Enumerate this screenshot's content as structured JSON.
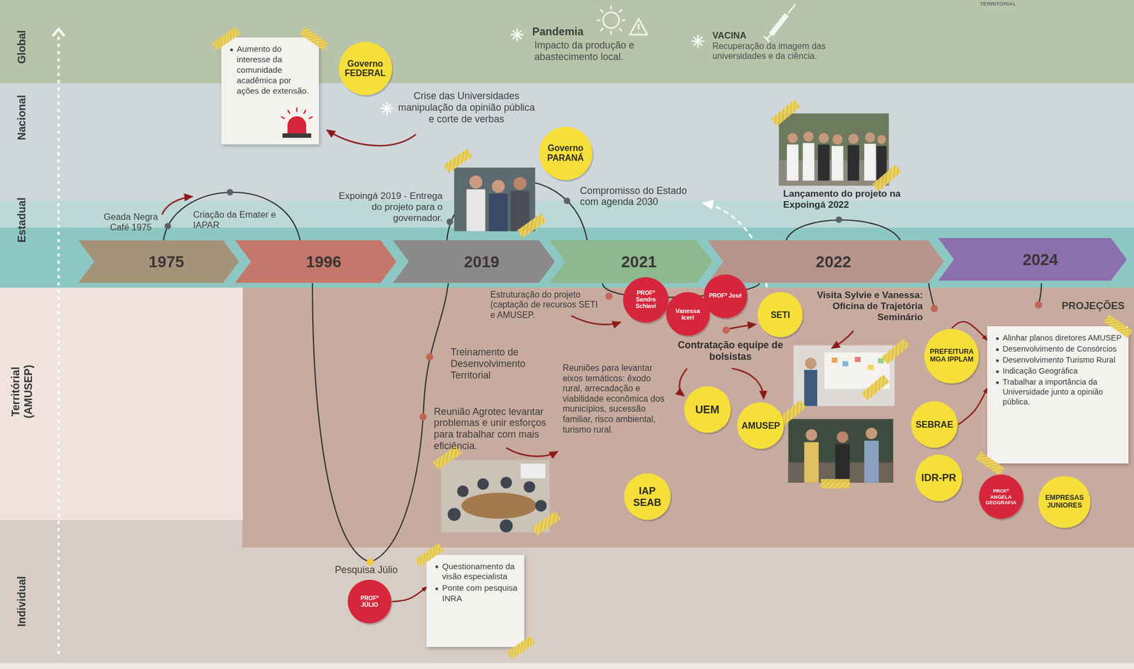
{
  "diagram": {
    "nodes": [
      {
        "text": [
          "Global"
        ]
      },
      {
        "text": [
          "Nacional"
        ]
      },
      {
        "text": [
          "Estadual"
        ]
      },
      {
        "text": [
          "Territórial (AMUSEP)"
        ]
      },
      {
        "text": [
          "Individual"
        ]
      },
      {
        "text": [
          "Aumento do interesse da comunidade acadêmica por ações de extensão."
        ]
      },
      {
        "text": [
          "Governo FEDERAL"
        ]
      },
      {
        "text": [
          "Governo PARANÁ"
        ],
        "in": 1
      },
      {
        "text": [
          "1975"
        ],
        "in": 2
      },
      {
        "text": [
          "1996"
        ],
        "in": 2
      },
      {
        "text": [
          "2019"
        ],
        "in": 2
      },
      {
        "text": [
          "2021"
        ],
        "in": 2
      },
      {
        "text": [
          "2022"
        ],
        "in": 2
      },
      {
        "text": [
          "2024"
        ],
        "in": 2
      },
      {
        "text": [
          "PROFº Sandra Schiavi"
        ]
      },
      {
        "text": [
          "PROFº José"
        ]
      },
      {
        "text": [
          "Vanessa Iceri"
        ]
      },
      {
        "text": [
          "SETI"
        ],
        "in": 3
      },
      {
        "text": [
          "PREFEITURA MGA IPPLAM"
        ],
        "in": 3
      },
      {
        "text": [
          "Alinhar planos diretores AMUSEP",
          "Desenvolvimento de Consórcios",
          "Desenvolvimento Turismo Rural",
          "Indicação Geográfica",
          "Trabalhar a importância da Universidade junto a opinião pública."
        ],
        "in": 3
      },
      {
        "text": [
          "UEM"
        ],
        "in": 3
      },
      {
        "text": [
          "AMUSEP"
        ],
        "in": 3
      },
      {
        "text": [
          "SEBRAE"
        ],
        "in": 3
      },
      {
        "text": [
          "IDR-PR"
        ],
        "in": 3
      },
      {
        "text": [
          "IAP SEAB"
        ],
        "in": 3
      },
      {
        "text": [
          "PROFº ANGELA GEOGRAFIA"
        ],
        "in": 3
      },
      {
        "text": [
          "EMPRESAS JUNIORES"
        ],
        "in": 3
      },
      {
        "text": [
          "PROFº JÚLIO"
        ],
        "in": 4
      },
      {
        "text": [
          "Questionamento da visão especialista",
          "Ponte com pesquisa INRA"
        ],
        "in": 4
      }
    ],
    "edges": [
      {
        "from": 27,
        "to": 28,
        "arrow": "to"
      },
      {
        "from": 18,
        "to": 19,
        "arrow": "to"
      },
      {
        "from": 22,
        "to": 19,
        "arrow": "to"
      }
    ],
    "labels": [
      "TERRITORIAL",
      "Pandemia",
      "Impacto da produção e abastecimento local.",
      "VACINA",
      "Recuperação da imagem das universidades e da ciência.",
      "Crise das Universidades manipulação da opinião pública e corte de verbas",
      "Geada Negra Café 1975",
      "Criação da Emater e IAPAR",
      "Expoingá 2019 - Entrega do projeto para o governador.",
      "Compromisso do Estado com agenda 2030",
      "Lançamento do projeto na Expoingá 2022",
      "Estruturação do projeto (captação de recursos SETI e AMUSEP.",
      "Visita Sylvie e Vanessa: Oficina de Trajetória Seminário",
      "PROJEÇÕES",
      "Treinamento de Desenvolvimento Territorial",
      "Contratação equipe de bolsistas",
      "Reuniões para levantar eixos temáticos: êxodo rural, arrecadação e viabilidade econômica dos municípios, sucessão familiar, risco ambiental, turismo rural.",
      "Reunião Agrotec levantar problemas e unir esforços para trabalhar com mais eficiência.",
      "Pesquisa Júlio"
    ]
  }
}
